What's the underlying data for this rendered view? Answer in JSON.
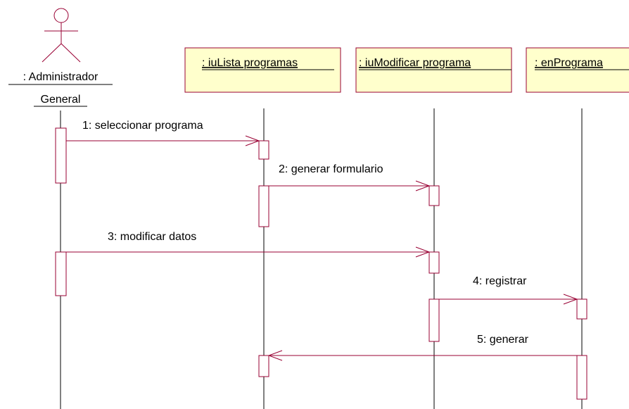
{
  "actor": {
    "name_line1": ": Administrador",
    "name_line2": "General"
  },
  "objects": [
    {
      "name": ": iuLista programas"
    },
    {
      "name": ": iuModificar programa"
    },
    {
      "name": ": enPrograma"
    }
  ],
  "messages": [
    {
      "label": "1: seleccionar programa"
    },
    {
      "label": "2: generar formulario"
    },
    {
      "label": "3: modificar datos"
    },
    {
      "label": "4: registrar"
    },
    {
      "label": "5: generar"
    }
  ],
  "colors": {
    "object_fill": "#ffffcc",
    "message_line": "#990033",
    "activation_border": "#990033",
    "lifeline": "#000000"
  }
}
